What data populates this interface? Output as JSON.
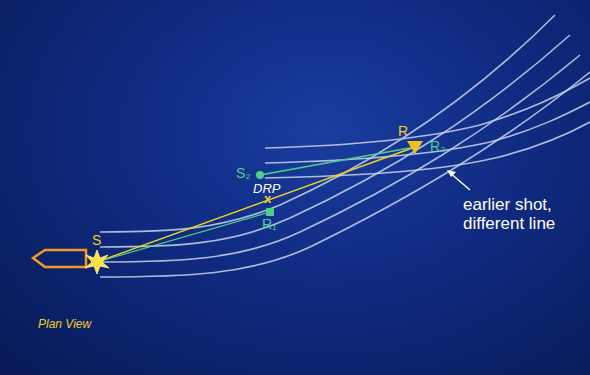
{
  "diagram": {
    "labels": [
      "S",
      "S₂",
      "DRP",
      "x",
      "R₁",
      "R",
      "R₂",
      "earlier shot, different line",
      "Plan View"
    ]
  }
}
